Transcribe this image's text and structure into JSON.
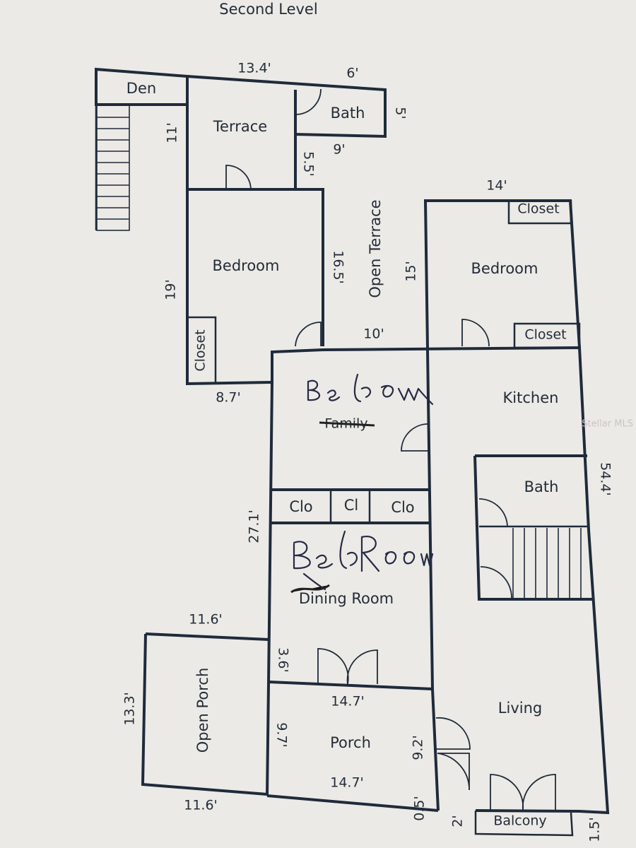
{
  "title": "Second Level",
  "watermark": "Stellar MLS",
  "rooms": {
    "den": "Den",
    "terrace": "Terrace",
    "bath_top": "Bath",
    "open_terrace": "Open Terrace",
    "bedroom_left": "Bedroom",
    "bedroom_right": "Bedroom",
    "closet_top_right": "Closet",
    "closet_bottom_right": "Closet",
    "closet_left": "Closet",
    "family": "Family",
    "kitchen": "Kitchen",
    "bath_mid": "Bath",
    "clo_left": "Clo",
    "cl": "Cl",
    "clo_right": "Clo",
    "dining_room": "Dining Room",
    "living": "Living",
    "open_porch": "Open Porch",
    "porch": "Porch",
    "balcony": "Balcony"
  },
  "handwriting": {
    "upper": "Bed Room",
    "lower": "Bed Room"
  },
  "dimensions": {
    "d13_4": "13.4'",
    "d6": "6'",
    "d5": "5'",
    "d11": "11'",
    "d9": "9'",
    "d5_5": "5.5'",
    "d14": "14'",
    "d16_5": "16.5'",
    "d15": "15'",
    "d19": "19'",
    "d10": "10'",
    "d8_7": "8.7'",
    "d54_4": "54.4'",
    "d27_1": "27.1'",
    "d11_6_top": "11.6'",
    "d3_6": "3.6'",
    "d13_3": "13.3'",
    "d14_7_top": "14.7'",
    "d9_7": "9.7'",
    "d9_2": "9.2'",
    "d14_7_bottom": "14.7'",
    "d11_6_bottom": "11.6'",
    "d0_5": "0.5'",
    "d2": "2'",
    "d1_5": "1.5'"
  }
}
